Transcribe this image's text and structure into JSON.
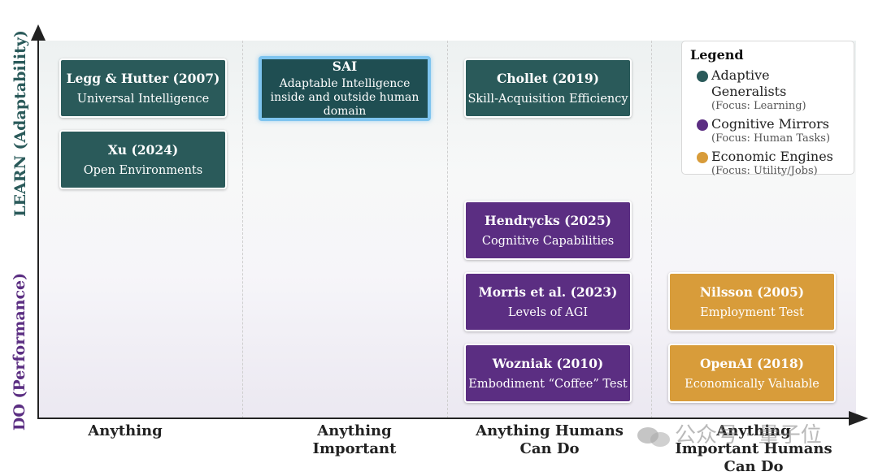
{
  "axes": {
    "y_top_label": "LEARN (Adaptability)",
    "y_bottom_label": "DO (Performance)",
    "x_categories": [
      "Anything",
      "Anything Important",
      "Anything Humans Can Do",
      "Anything Important Humans Can Do"
    ]
  },
  "boxes": {
    "legg": {
      "title": "Legg & Hutter (2007)",
      "subtitle": "Universal Intelligence"
    },
    "xu": {
      "title": "Xu (2024)",
      "subtitle": "Open Environments"
    },
    "sai": {
      "title": "SAI",
      "subtitle": "Adaptable Intelligence inside and outside human domain"
    },
    "chollet": {
      "title": "Chollet (2019)",
      "subtitle": "Skill-Acquisition Efficiency"
    },
    "hendrycks": {
      "title": "Hendrycks (2025)",
      "subtitle": "Cognitive Capabilities"
    },
    "morris": {
      "title": "Morris et al. (2023)",
      "subtitle": "Levels of AGI"
    },
    "wozniak": {
      "title": "Wozniak (2010)",
      "subtitle": "Embodiment “Coffee” Test"
    },
    "nilsson": {
      "title": "Nilsson (2005)",
      "subtitle": "Employment Test"
    },
    "openai": {
      "title": "OpenAI (2018)",
      "subtitle": "Economically Valuable"
    }
  },
  "legend": {
    "title": "Legend",
    "items": [
      {
        "name": "Adaptive Generalists",
        "focus": "(Focus: Learning)",
        "color": "#2a5a5a"
      },
      {
        "name": "Cognitive Mirrors",
        "focus": "(Focus: Human Tasks)",
        "color": "#5b2e82"
      },
      {
        "name": "Economic Engines",
        "focus": "(Focus: Utility/Jobs)",
        "color": "#d89c3a"
      }
    ]
  },
  "colors": {
    "learn_axis": "#2a5a5a",
    "do_axis": "#5b2e82",
    "sai_border": "#7ec4ef"
  },
  "watermark": "公众号 · 量子位"
}
